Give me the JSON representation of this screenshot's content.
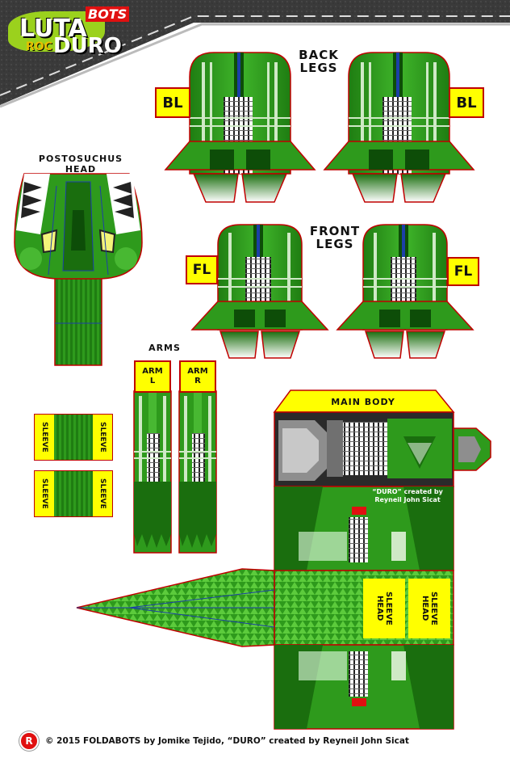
{
  "logo": {
    "line1": "LUTA",
    "line2": "BOTS",
    "line3": "ROC",
    "name": "DURO"
  },
  "labels": {
    "back_legs_1": "BACK",
    "back_legs_2": "LEGS",
    "front_legs_1": "FRONT",
    "front_legs_2": "LEGS",
    "head_1": "POSTOSUCHUS",
    "head_2": "HEAD",
    "arms": "ARMS",
    "main_body": "MAIN BODY",
    "credit_1": "“DURO” created by",
    "credit_2": "Reyneil John Sicat"
  },
  "tags": {
    "bl": "BL",
    "fl": "FL",
    "arm_l_1": "ARM",
    "arm_l_2": "L",
    "arm_r_1": "ARM",
    "arm_r_2": "R",
    "sleeve": "SLEEVE",
    "head_sleeve_1": "HEAD",
    "head_sleeve_2": "SLEEVE"
  },
  "footer": {
    "badge": "R",
    "text": "© 2015 FOLDABOTS by Jomike Tejido, “DURO” created by Reyneil John Sicat"
  },
  "colors": {
    "green": "#2e9a1c",
    "dark_green": "#1a6e0e",
    "yellow": "#ffff00",
    "red": "#c00000"
  }
}
